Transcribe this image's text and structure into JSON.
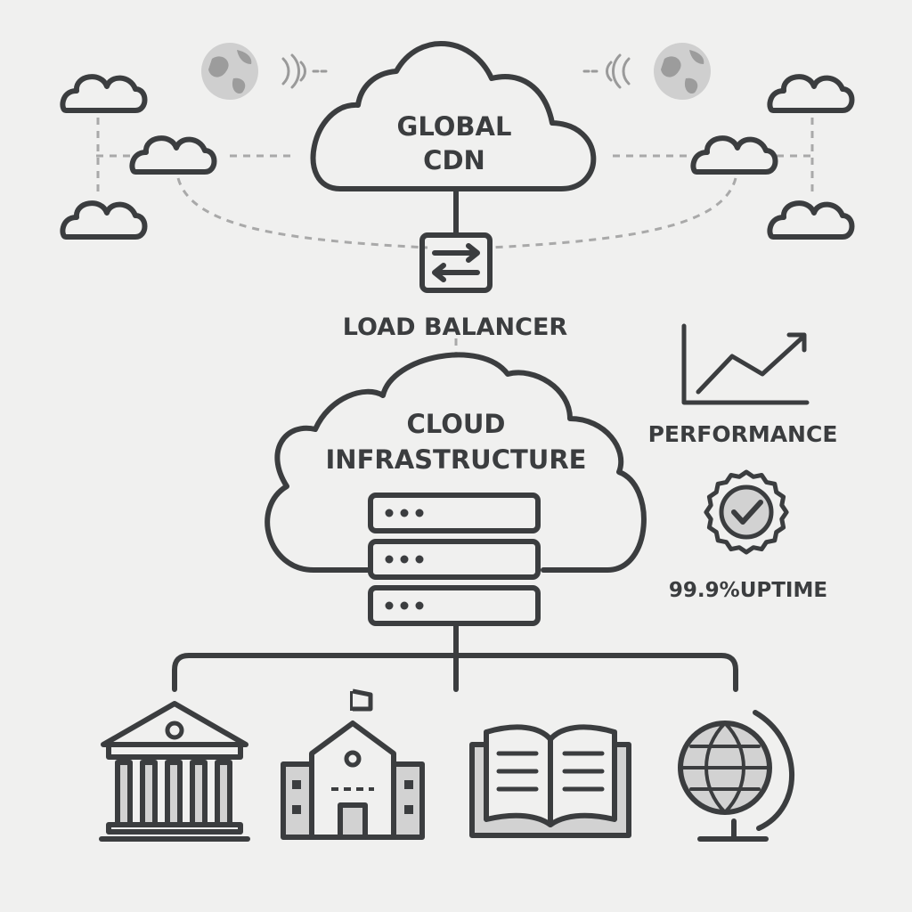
{
  "diagram": {
    "cdn": {
      "line1": "GLOBAL",
      "line2": "CDN"
    },
    "load_balancer": {
      "label": "LOAD BALANCER"
    },
    "infrastructure": {
      "line1": "CLOUD",
      "line2": "INFRASTRUCTURE"
    },
    "performance": {
      "label": "PERFORMANCE"
    },
    "uptime": {
      "label": "99.9%UPTIME"
    },
    "edge_icons": [
      "cloud-icon",
      "globe-icon",
      "signal-waves-icon"
    ],
    "endpoint_icons": [
      "government-building-icon",
      "school-icon",
      "open-book-icon",
      "desk-globe-icon"
    ]
  },
  "colors": {
    "stroke": "#3b3d3f",
    "background": "#f0f0ef",
    "fill_light": "#cfcfcf",
    "dashed": "#a9a9a9"
  }
}
